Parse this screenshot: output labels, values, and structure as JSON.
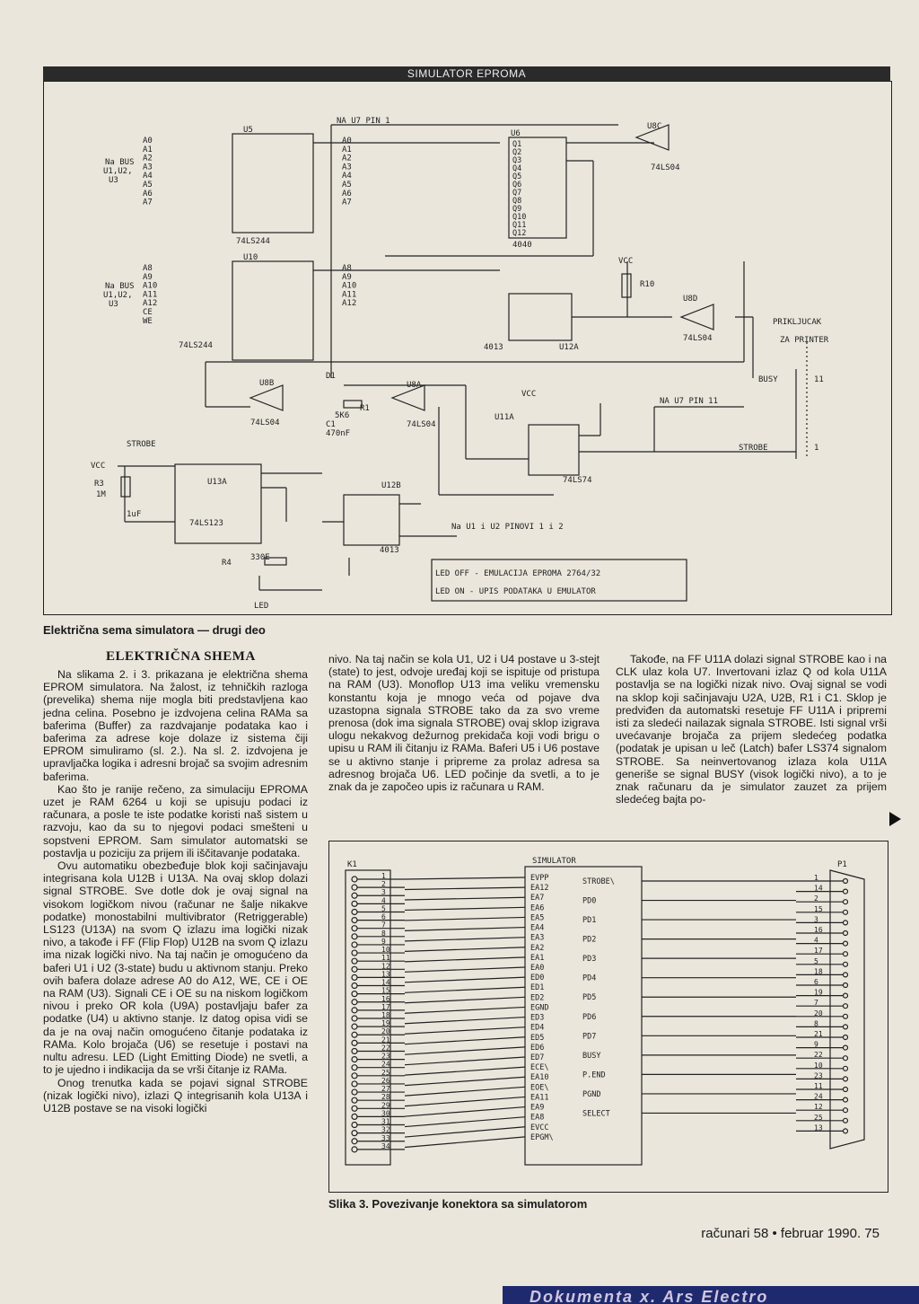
{
  "header": {
    "title": "SIMULATOR EPROMA"
  },
  "schematic": {
    "labels": {
      "bus1": "Na BUS",
      "bus1b": "U1,U2,",
      "bus1c": "U3",
      "bus2": "Na BUS",
      "bus2b": "U1,U2,",
      "bus2c": "U3",
      "u5": "U5",
      "u5type": "74LS244",
      "u10": "U10",
      "u10type": "74LS244",
      "na_u7_pin1": "NA U7 PIN 1",
      "u6": "U6",
      "u6type": "4040",
      "u8c": "U8C",
      "u8ctype": "74LS04",
      "vcc1": "VCC",
      "r10": "R10",
      "u12a": "U12A",
      "u12atype": "4013",
      "u8d": "U8D",
      "u8dtype": "74LS04",
      "prikljucak": "PRIKLJUCAK",
      "zaprinter": "ZA PRINTER",
      "busy": "BUSY",
      "pin11": "11",
      "u8b": "U8B",
      "u8btype": "74LS04",
      "d1": "D1",
      "r1": "R1",
      "r1val": "5K6",
      "c1": "C1",
      "c1val": "470nF",
      "u8a": "U8A",
      "u8atype": "74LS04",
      "vcc2": "VCC",
      "u11a": "U11A",
      "na_u7_pin11": "NA U7 PIN 11",
      "strobe_r": "STROBE",
      "pin1": "1",
      "u11atype": "74LS74",
      "strobe_l": "STROBE",
      "vcc3": "VCC",
      "r3": "R3",
      "r3val": "1M",
      "c_1uf": "1uF",
      "u13a": "U13A",
      "u13atype": "74LS123",
      "u12b": "U12B",
      "u12btype": "4013",
      "na_u1_u2": "Na U1 i U2 PINOVI 1 i 2",
      "r4": "R4",
      "r4val": "330E",
      "led": "LED",
      "led_off": "LED OFF   - EMULACIJA EPROMA 2764/32",
      "led_on": "LED ON    - UPIS PODATAKA U EMULATOR"
    },
    "addr_left_a": [
      "A0",
      "A1",
      "A2",
      "A3",
      "A4",
      "A5",
      "A6",
      "A7"
    ],
    "addr_left_b": [
      "A8",
      "A9",
      "A10",
      "A11",
      "A12",
      "CE",
      "WE",
      ""
    ],
    "addr_right_a": [
      "A0",
      "A1",
      "A2",
      "A3",
      "A4",
      "A5",
      "A6",
      "A7"
    ],
    "addr_right_b": [
      "A8",
      "A9",
      "A10",
      "A11",
      "A12",
      "",
      "",
      ""
    ],
    "u6_outputs": [
      "Q1",
      "Q2",
      "Q3",
      "Q4",
      "Q5",
      "Q6",
      "Q7",
      "Q8",
      "Q9",
      "Q10",
      "Q11",
      "Q12"
    ]
  },
  "caption1": "Električna sema simulatora — drugi deo",
  "heading": "ELEKTRIČNA SHEMA",
  "col1": [
    "Na slikama 2. i 3. prikazana je električna shema EPROM simulatora. Na žalost, iz tehničkih razloga (prevelika) shema nije mogla biti predstavljena kao jedna celina. Posebno je izdvojena celina RAMa sa baferima (Buffer) za razdvajanje podataka kao i baferima za adrese koje dolaze iz sistema čiji EPROM simuliramo (sl. 2.). Na sl. 2. izdvojena je upravljačka logika i adresni brojač sa svojim adresnim baferima.",
    "Kao što je ranije rečeno, za simulaciju EPROMA uzet je RAM 6264 u koji se upisuju podaci iz računara, a posle te iste podatke koristi naš sistem u razvoju, kao da su to njegovi podaci smešteni u sopstveni EPROM. Sam simulator automatski se postavlja u poziciju za prijem ili iščitavanje podataka.",
    "Ovu automatiku obezbeđuje blok koji sačinjavaju integrisana kola U12B i U13A. Na ovaj sklop dolazi signal STROBE. Sve dotle dok je ovaj signal na visokom logičkom nivou (računar ne šalje nikakve podatke) monostabilni multivibrator (Retriggerable) LS123 (U13A) na svom Q izlazu ima logički nizak nivo, a takođe i FF (Flip Flop) U12B na svom Q izlazu ima nizak logički nivo. Na taj način je omogućeno da baferi U1 i U2 (3-state) budu u aktivnom stanju. Preko ovih bafera dolaze adrese A0 do A12, WE, CE i OE na RAM (U3). Signali CE i OE su na niskom logičkom nivou i preko OR kola (U9A) postavljaju bafer za podatke (U4) u aktivno stanje. Iz datog opisa vidi se da je na ovaj način omogućeno čitanje podataka iz RAMa. Kolo brojača (U6) se resetuje i postavi na nultu adresu. LED (Light Emitting Diode) ne svetli, a to je ujedno i indikacija da se vrši čitanje iz RAMa.",
    "Onog trenutka kada se pojavi signal STROBE (nizak logički nivo), izlazi Q integrisanih kola U13A i U12B postave se na visoki logički"
  ],
  "col2": "nivo. Na taj način se kola U1, U2 i U4 postave u 3-stejt (state) to jest, odvoje uređaj koji se ispituje od pristupa na RAM (U3). Monoflop U13 ima veliku vremensku konstantu koja je mnogo veća od pojave dva uzastopna signala STROBE tako da za svo vreme prenosa (dok ima signala STROBE) ovaj sklop izigrava ulogu nekakvog dežurnog prekidača koji vodi brigu o upisu u RAM ili čitanju iz RAMa. Baferi U5 i U6 postave se u aktivno stanje i pripreme za prolaz adresa sa adresnog brojača U6. LED počinje da svetli, a to je znak da je započeo upis iz računara u RAM.",
  "col3": "Takođe, na FF U11A dolazi signal STROBE kao i na CLK ulaz kola U7. Invertovani izlaz Q od kola U11A postavlja se na logički nizak nivo. Ovaj signal se vodi na sklop koji sačinjavaju U2A, U2B, R1 i C1. Sklop je predviđen da automatski resetuje FF U11A i pripremi isti za sledeći nailazak signala STROBE. Isti signal vrši uvećavanje brojača za prijem sledećeg podatka (podatak je upisan u leč (Latch) bafer LS374 signalom STROBE. Sa neinvertovanog izlaza kola U11A generiše se signal BUSY (visok logički nivo), a to je znak računaru da je simulator zauzet za prijem sledećeg bajta po-",
  "figure3": {
    "k1": "K1",
    "simulator": "SIMULATOR",
    "p1": "P1",
    "k_pins": [
      "1",
      "2",
      "3",
      "4",
      "5",
      "6",
      "7",
      "8",
      "9",
      "10",
      "11",
      "12",
      "13",
      "14",
      "15",
      "16",
      "17",
      "18",
      "19",
      "20",
      "21",
      "22",
      "23",
      "24",
      "25",
      "26",
      "27",
      "28",
      "29",
      "30",
      "31",
      "32",
      "33",
      "34"
    ],
    "sim_left": [
      "EVPP",
      "EA12",
      "EA7",
      "EA6",
      "EA5",
      "EA4",
      "EA3",
      "EA2",
      "EA1",
      "EA0",
      "ED0",
      "ED1",
      "ED2",
      "EGND",
      "ED3",
      "ED4",
      "ED5",
      "ED6",
      "ED7",
      "ECE\\",
      "EA10",
      "EOE\\",
      "EA11",
      "EA9",
      "EA8",
      "EVCC",
      "EPGM\\"
    ],
    "sim_right": [
      "STROBE\\",
      "PD0",
      "PD1",
      "PD2",
      "PD3",
      "PD4",
      "PD5",
      "PD6",
      "PD7",
      "BUSY",
      "P.END",
      "PGND",
      "SELECT"
    ],
    "p_pins": [
      "1",
      "14",
      "2",
      "15",
      "3",
      "16",
      "4",
      "17",
      "5",
      "18",
      "6",
      "19",
      "7",
      "20",
      "8",
      "21",
      "9",
      "22",
      "10",
      "23",
      "11",
      "24",
      "12",
      "25",
      "13"
    ],
    "caption": "Slika 3. Povezivanje konektora sa simulatorom"
  },
  "footer": "računari 58 • februar 1990. 75",
  "bottom_strip": "Dokumenta x. Ars Electro"
}
